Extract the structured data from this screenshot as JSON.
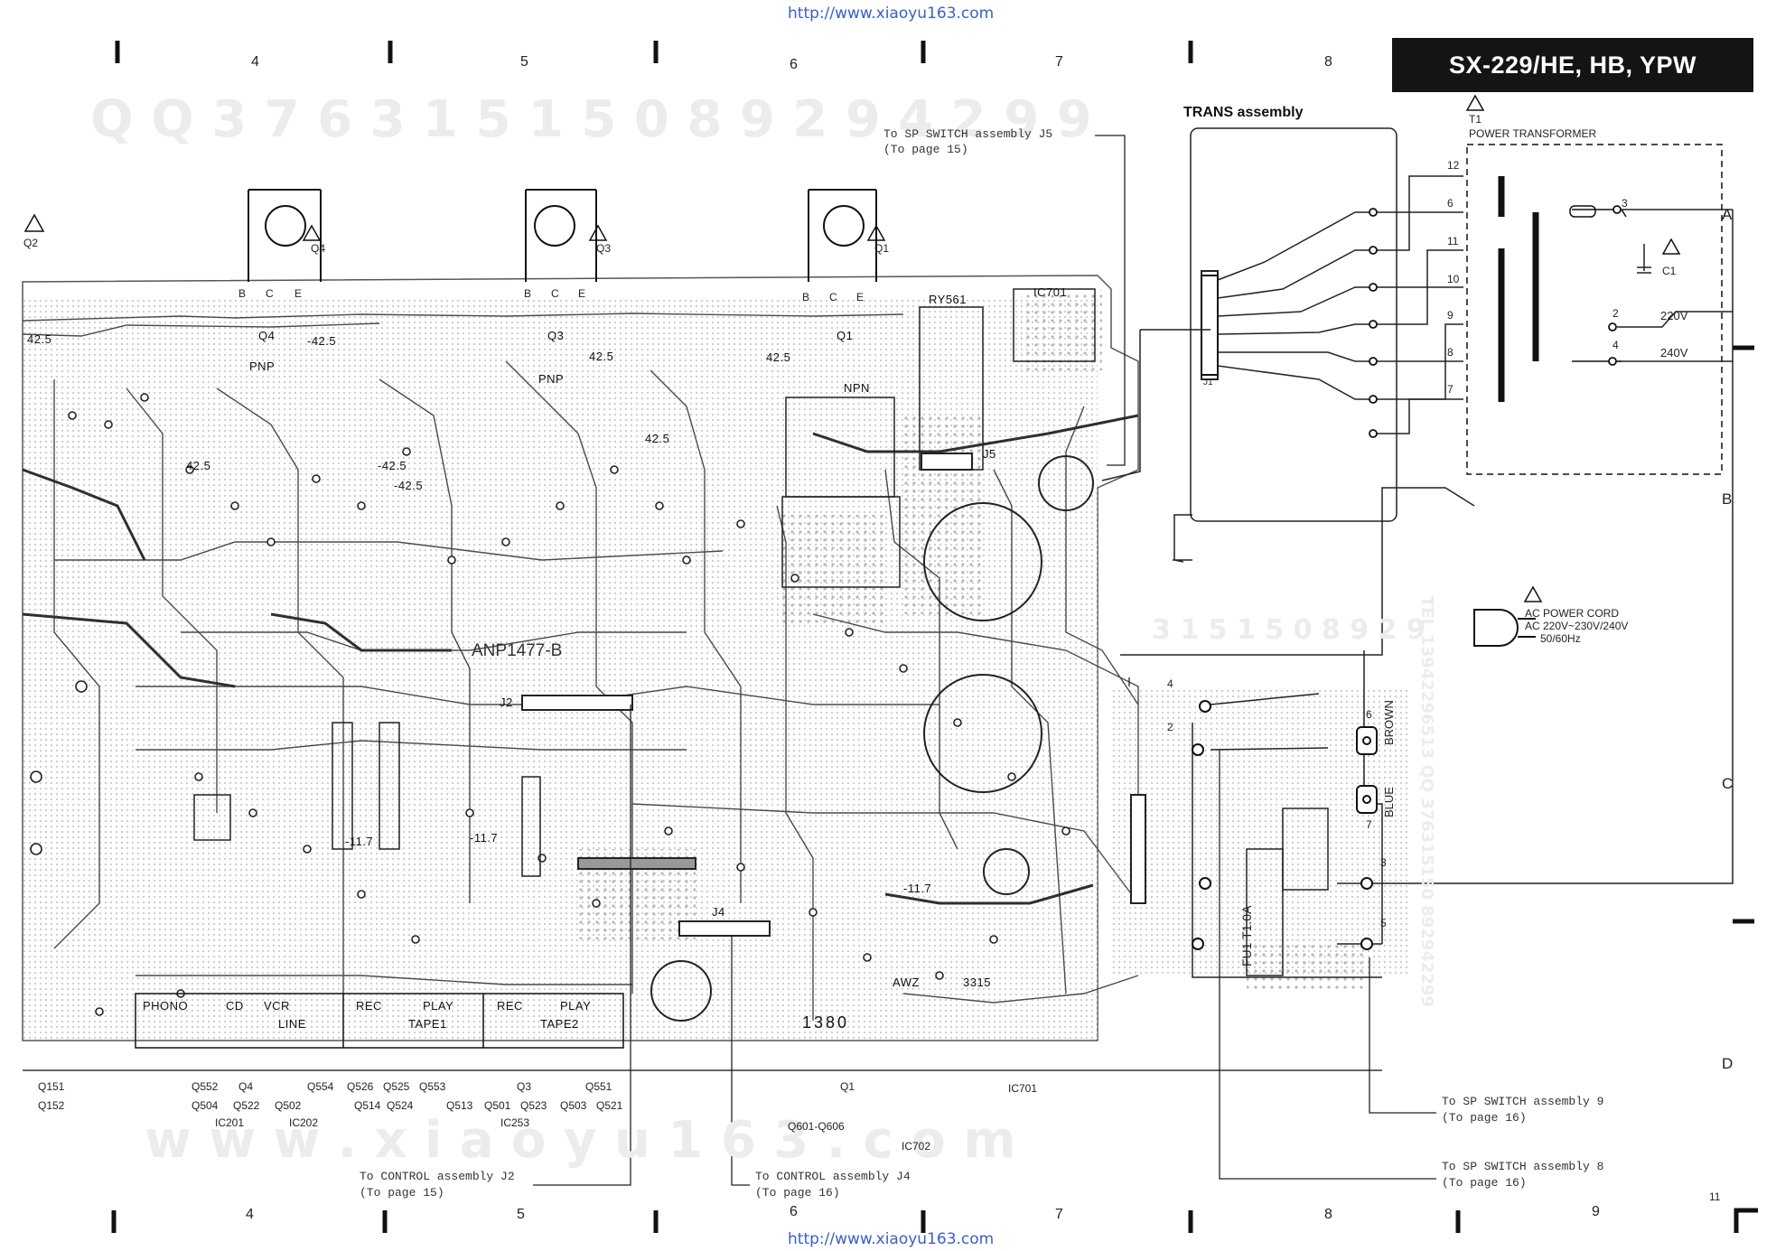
{
  "header": {
    "url_top": "http://www.xiaoyu163.com",
    "model": "SX-229/HE, HB, YPW"
  },
  "footer": {
    "url_bottom": "http://www.xiaoyu163.com",
    "page_number": "11"
  },
  "watermarks": {
    "top": "Q Q   3 7 6 3 1 5 1 5 0     8 9 2 9 4 2 9 9",
    "bottom": "w w w . x i a o y u 1 6 3 . c o m",
    "middle": "3 1 5 1 5 0   8 9 2 9",
    "side": "TEL 13942296513  QQ 376315150  892942299"
  },
  "grid": {
    "columns_top": [
      "4",
      "5",
      "6",
      "7",
      "8"
    ],
    "columns_bottom": [
      "4",
      "5",
      "6",
      "7",
      "8",
      "9"
    ],
    "rows": [
      "A",
      "B",
      "C",
      "D"
    ]
  },
  "transformer": {
    "trans_assembly": "TRANS assembly",
    "title": "POWER TRANSFORMER",
    "ref": "T1",
    "taps": [
      "12",
      "6",
      "11",
      "10",
      "9",
      "8",
      "7"
    ],
    "primary_pins": [
      "3",
      "2",
      "4"
    ],
    "v220": "220V",
    "v240": "240V",
    "c1": "C1",
    "j1": "J1"
  },
  "power_cord": {
    "line1": "AC POWER CORD",
    "line2": "AC 220V~230V/240V",
    "line3": "50/60Hz"
  },
  "wires": {
    "brown": "BROWN",
    "blue": "BLUE",
    "fuse": "FU1 T1.0A",
    "pins": [
      "4",
      "2",
      "6",
      "7",
      "3",
      "5"
    ]
  },
  "connectors": {
    "sp_j5_line1": "To SP SWITCH assembly J5",
    "sp_j5_line2": "(To page 15)",
    "control_j2_line1": "To CONTROL assembly J2",
    "control_j2_line2": "(To page 15)",
    "control_j4_line1": "To CONTROL assembly J4",
    "control_j4_line2": "(To page 16)",
    "sp9_line1": "To SP SWITCH assembly 9",
    "sp9_line2": "(To page 16)",
    "sp8_line1": "To SP SWITCH assembly 8",
    "sp8_line2": "(To page 16)"
  },
  "transistors": {
    "q2": "Q2",
    "q4": "Q4",
    "q3": "Q3",
    "q1": "Q1",
    "pnp": "PNP",
    "npn": "NPN",
    "b": "B",
    "c": "C",
    "e": "E",
    "v425": "42.5",
    "vneg425": "-42.5"
  },
  "board": {
    "name": "ANP1477-B",
    "ry": "RY561",
    "ic701": "IC701",
    "j2": "J2",
    "j4": "J4",
    "j5": "J5",
    "awz": "AWZ",
    "awz_num": "3315",
    "bottom_num": "1380",
    "v117": "-11.7",
    "inputs": [
      "PHONO",
      "CD",
      "VCR",
      "REC",
      "PLAY",
      "REC",
      "PLAY"
    ],
    "line": "LINE",
    "tape1": "TAPE1",
    "tape2": "TAPE2"
  },
  "parts_row1": [
    "Q151",
    "Q552",
    "Q4",
    "Q554",
    "Q526",
    "Q525",
    "Q553",
    "Q3",
    "Q551",
    "Q1",
    "IC701"
  ],
  "parts_row2": [
    "Q152",
    "Q504",
    "Q522",
    "Q502",
    "Q514",
    "Q524",
    "Q513",
    "Q501",
    "Q523",
    "Q503",
    "Q521"
  ],
  "parts_row3": [
    "IC201",
    "IC202",
    "IC253",
    "Q601-Q606"
  ],
  "parts_row4": [
    "IC702"
  ]
}
